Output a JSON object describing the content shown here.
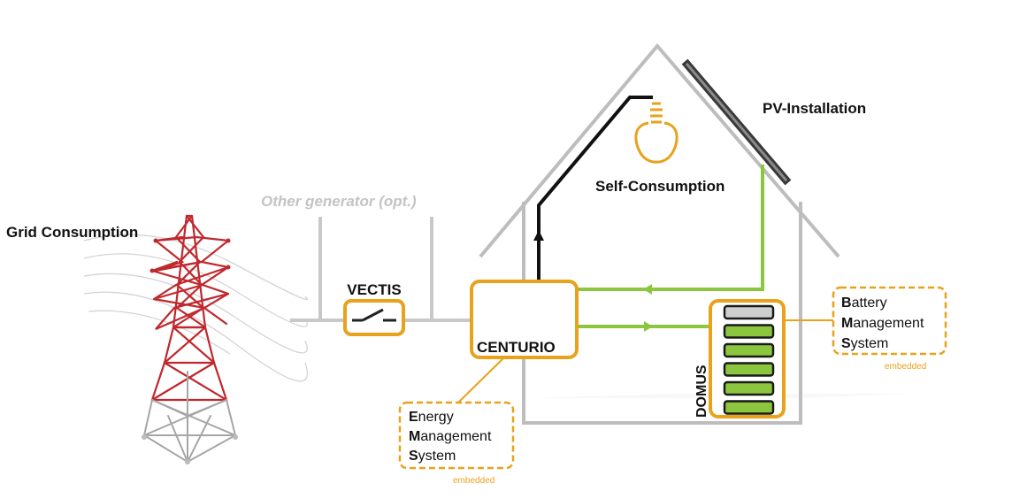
{
  "labels": {
    "grid_consumption": "Grid Consumption",
    "other_generator": "Other generator (opt.)",
    "vectis": "VECTIS",
    "centurio": "CENTURIO",
    "self_consumption": "Self-Consumption",
    "pv_installation": "PV-Installation",
    "domus": "DOMUS"
  },
  "ems": {
    "line1_initial": "E",
    "line1_rest": "nergy",
    "line2_initial": "M",
    "line2_rest": "anagement",
    "line3_initial": "S",
    "line3_rest": "ystem",
    "tag": "embedded"
  },
  "bms": {
    "line1_initial": "B",
    "line1_rest": "attery",
    "line2_initial": "M",
    "line2_rest": "anagement",
    "line3_initial": "S",
    "line3_rest": "ystem",
    "tag": "embedded"
  },
  "battery": {
    "cells_total": 6,
    "cells_charged": 5
  },
  "colors": {
    "accent_orange": "#E8A21C",
    "flow_green": "#8CC63F",
    "grid_line": "#C8C8C8",
    "tower_red": "#C0282D",
    "tower_grey": "#9A9A9A",
    "house_grey": "#BDBDBD",
    "ghost_text": "#C4C4C4"
  }
}
